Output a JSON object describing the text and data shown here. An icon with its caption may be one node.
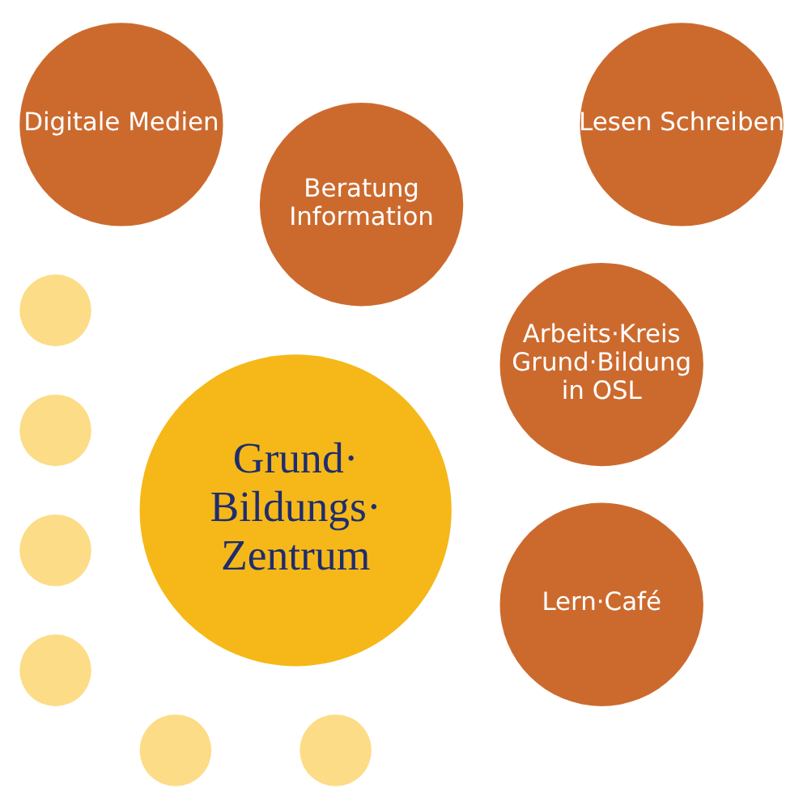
{
  "diagram": {
    "nodes": [
      {
        "text": [
          "Grund· Bildungs· Zentrum"
        ]
      },
      {
        "text": [
          "Lern·Café"
        ]
      },
      {
        "text": [
          "Arbeits·Kreis Grund·Bildung in OSL"
        ]
      },
      {
        "text": [
          "Beratung Information"
        ]
      },
      {
        "text": [
          "Lesen Schreiben"
        ]
      },
      {
        "text": [
          "Digitale Medien"
        ]
      },
      {
        "text": [],
        "shape": "circle"
      },
      {
        "text": [],
        "shape": "circle"
      },
      {
        "text": [],
        "shape": "circle"
      },
      {
        "text": [],
        "shape": "circle"
      },
      {
        "text": [],
        "shape": "circle"
      },
      {
        "text": [],
        "shape": "circle"
      }
    ],
    "edges": []
  }
}
